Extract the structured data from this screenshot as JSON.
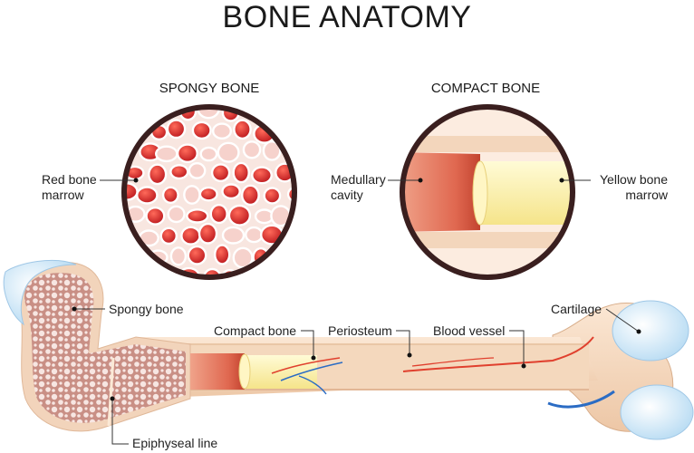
{
  "title": "BONE ANATOMY",
  "insets": {
    "spongy": {
      "heading": "SPONGY BONE",
      "label": "Red bone\nmarrow"
    },
    "compact": {
      "heading": "COMPACT BONE",
      "left_label": "Medullary\ncavity",
      "right_label": "Yellow bone\nmarrow"
    }
  },
  "labels": {
    "spongy_bone": "Spongy bone",
    "compact_bone": "Compact bone",
    "periosteum": "Periosteum",
    "blood_vessel": "Blood vessel",
    "cartilage": "Cartilage",
    "epiphyseal_line": "Epiphyseal line"
  },
  "colors": {
    "bone": "#f6dcc3",
    "bone_shadow": "#e6bfa0",
    "marrow_red": "#d9473c",
    "marrow_yellow": "#fbf0a8",
    "cartilage": "#cfe6f6",
    "vessel_red": "#e0402e",
    "vessel_blue": "#2b6cc4",
    "outline": "#2a1b1b"
  }
}
